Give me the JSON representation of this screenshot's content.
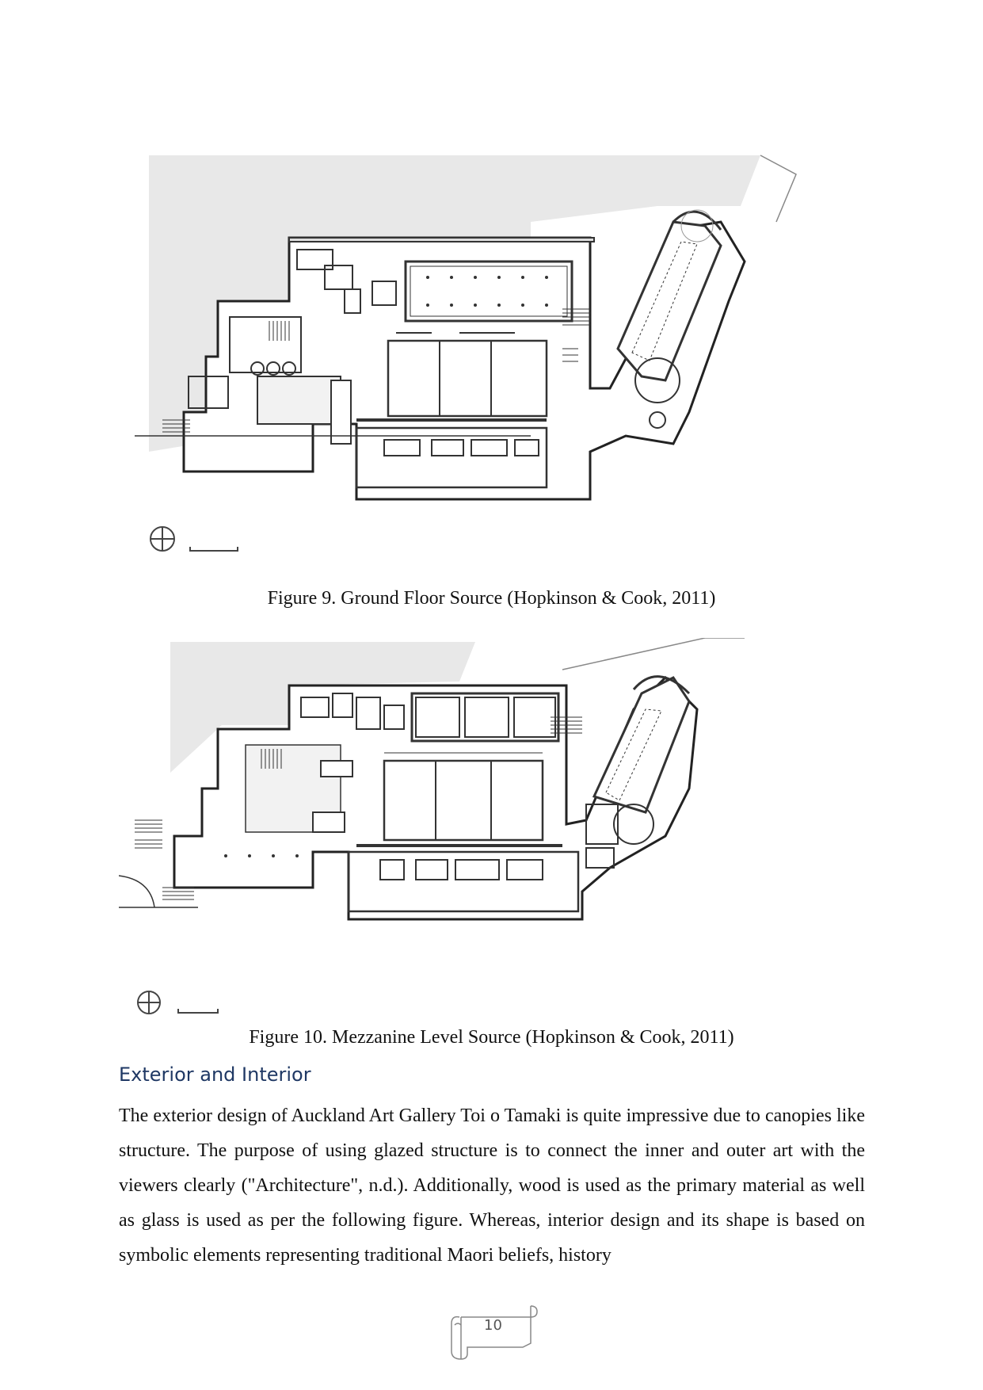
{
  "figures": [
    {
      "caption": "Figure 9. Ground Floor Source (Hopkinson & Cook, 2011)"
    },
    {
      "caption": "Figure 10. Mezzanine Level Source (Hopkinson & Cook, 2011)"
    }
  ],
  "section": {
    "heading": "Exterior and Interior",
    "body": "The exterior design of Auckland Art Gallery Toi o Tamaki is quite impressive due to canopies like structure. The purpose of using glazed structure is to connect the inner and outer art with the viewers clearly (\"Architecture\", n.d.). Additionally, wood is used as the primary material as well as glass is used as per the following figure. Whereas, interior design and its shape is based on symbolic elements representing traditional Maori beliefs, history"
  },
  "footer": {
    "page_number": "10"
  }
}
